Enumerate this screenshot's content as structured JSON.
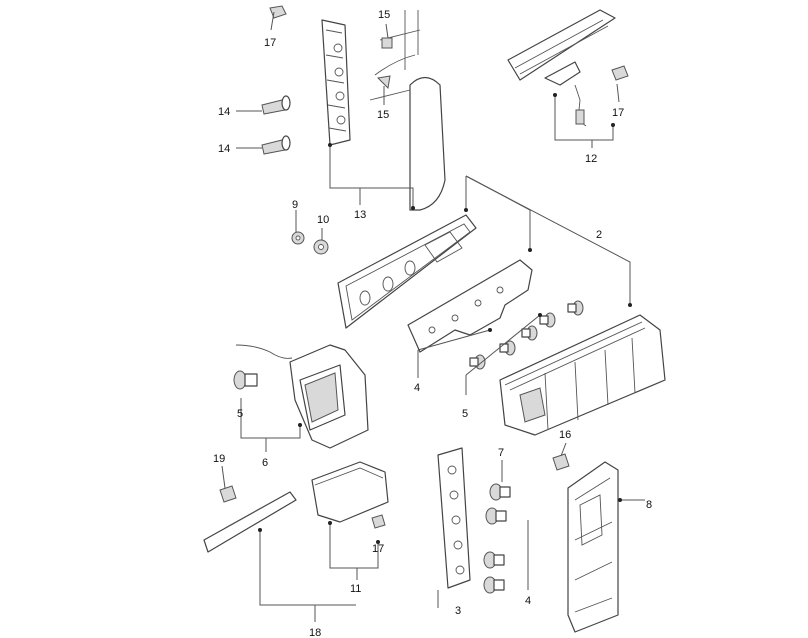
{
  "callouts": [
    {
      "id": "c17a",
      "label": "17"
    },
    {
      "id": "c15a",
      "label": "15"
    },
    {
      "id": "c15b",
      "label": "15"
    },
    {
      "id": "c14a",
      "label": "14"
    },
    {
      "id": "c14b",
      "label": "14"
    },
    {
      "id": "c13",
      "label": "13"
    },
    {
      "id": "c9",
      "label": "9"
    },
    {
      "id": "c10",
      "label": "10"
    },
    {
      "id": "c12",
      "label": "12"
    },
    {
      "id": "c17b",
      "label": "17"
    },
    {
      "id": "c2",
      "label": "2"
    },
    {
      "id": "c4a",
      "label": "4"
    },
    {
      "id": "c5a",
      "label": "5"
    },
    {
      "id": "c5b",
      "label": "5"
    },
    {
      "id": "c6",
      "label": "6"
    },
    {
      "id": "c16",
      "label": "16"
    },
    {
      "id": "c7",
      "label": "7"
    },
    {
      "id": "c8",
      "label": "8"
    },
    {
      "id": "c19",
      "label": "19"
    },
    {
      "id": "c17c",
      "label": "17"
    },
    {
      "id": "c11",
      "label": "11"
    },
    {
      "id": "c3",
      "label": "3"
    },
    {
      "id": "c4b",
      "label": "4"
    },
    {
      "id": "c18",
      "label": "18"
    }
  ]
}
